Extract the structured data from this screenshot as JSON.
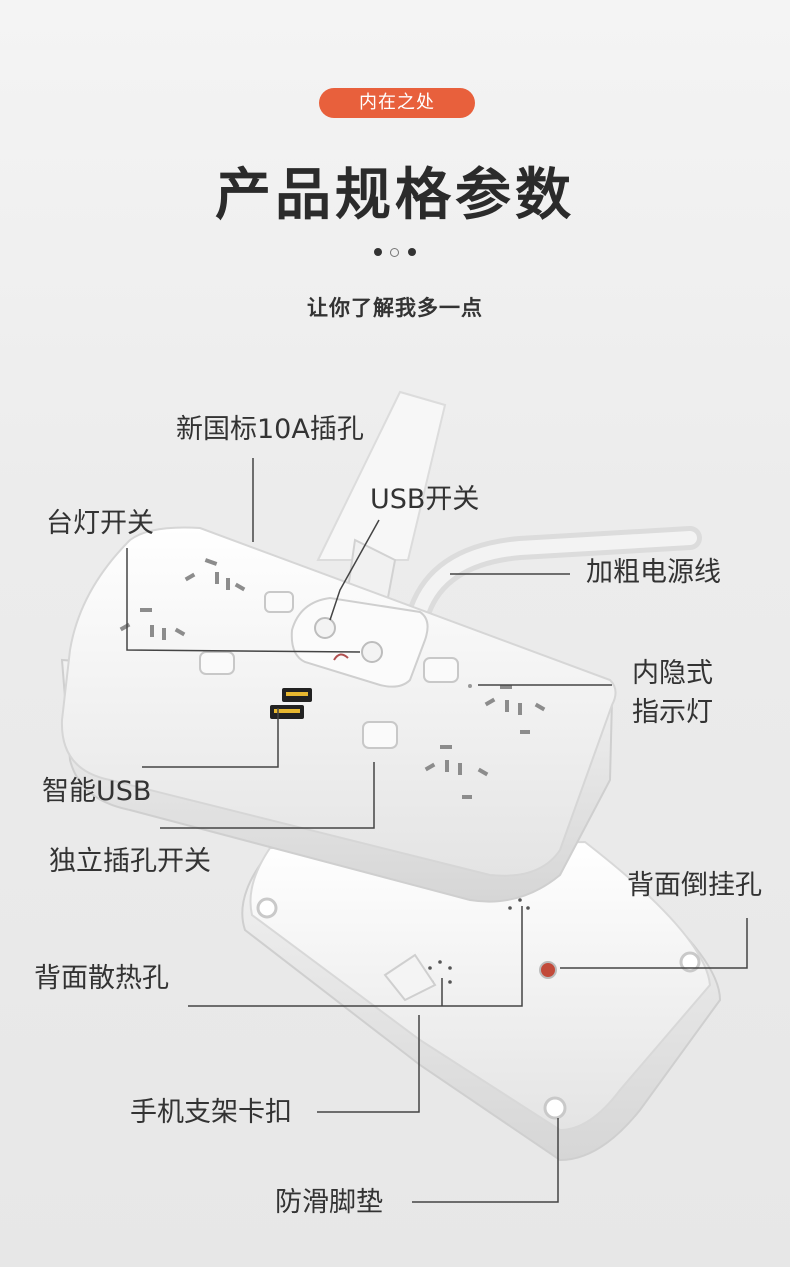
{
  "header": {
    "badge": "内在之处",
    "title": "产品规格参数",
    "subtitle": "让你了解我多一点"
  },
  "colors": {
    "accent": "#e8603c",
    "text": "#333333",
    "background": "#ececec"
  },
  "labels": {
    "socket_10a": "新国标10A插孔",
    "usb_switch": "USB开关",
    "lamp_switch": "台灯开关",
    "power_cord": "加粗电源线",
    "indicator_line1": "内隐式",
    "indicator_line2": "指示灯",
    "smart_usb": "智能USB",
    "socket_switch": "独立插孔开关",
    "back_hanging_hole": "背面倒挂孔",
    "back_vent_holes": "背面散热孔",
    "phone_holder_clip": "手机支架卡扣",
    "antislip_pad": "防滑脚垫"
  }
}
